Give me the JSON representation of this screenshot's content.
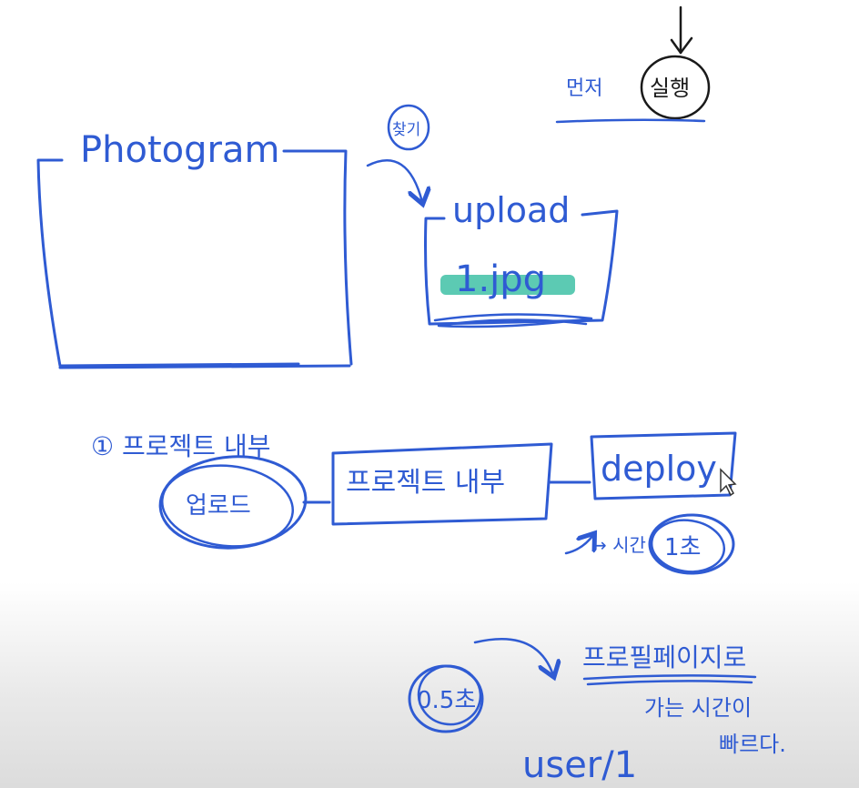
{
  "colors": {
    "ink": "#2f5bd3",
    "highlight": "#3fc1a6",
    "cursor": "#333333"
  },
  "labels": {
    "first": "먼저",
    "run": "실행",
    "photogram": "Photogram",
    "find": "찾기",
    "upload": "upload",
    "file": "1.jpg",
    "step": "① 프로젝트 내부",
    "upload_small": "업로드",
    "project_inside": "프로젝트 내부",
    "deploy": "deploy",
    "time_prefix": "→ 시간",
    "time_value": "1초",
    "half_sec": "0.5초",
    "profile_line1": "프로필페이지로",
    "profile_line2": "가는 시간이",
    "profile_line3": "빠르다.",
    "route": "user/1"
  },
  "icons": {
    "cursor": "mouse-pointer-icon",
    "arrow_down": "arrow-down-icon"
  }
}
